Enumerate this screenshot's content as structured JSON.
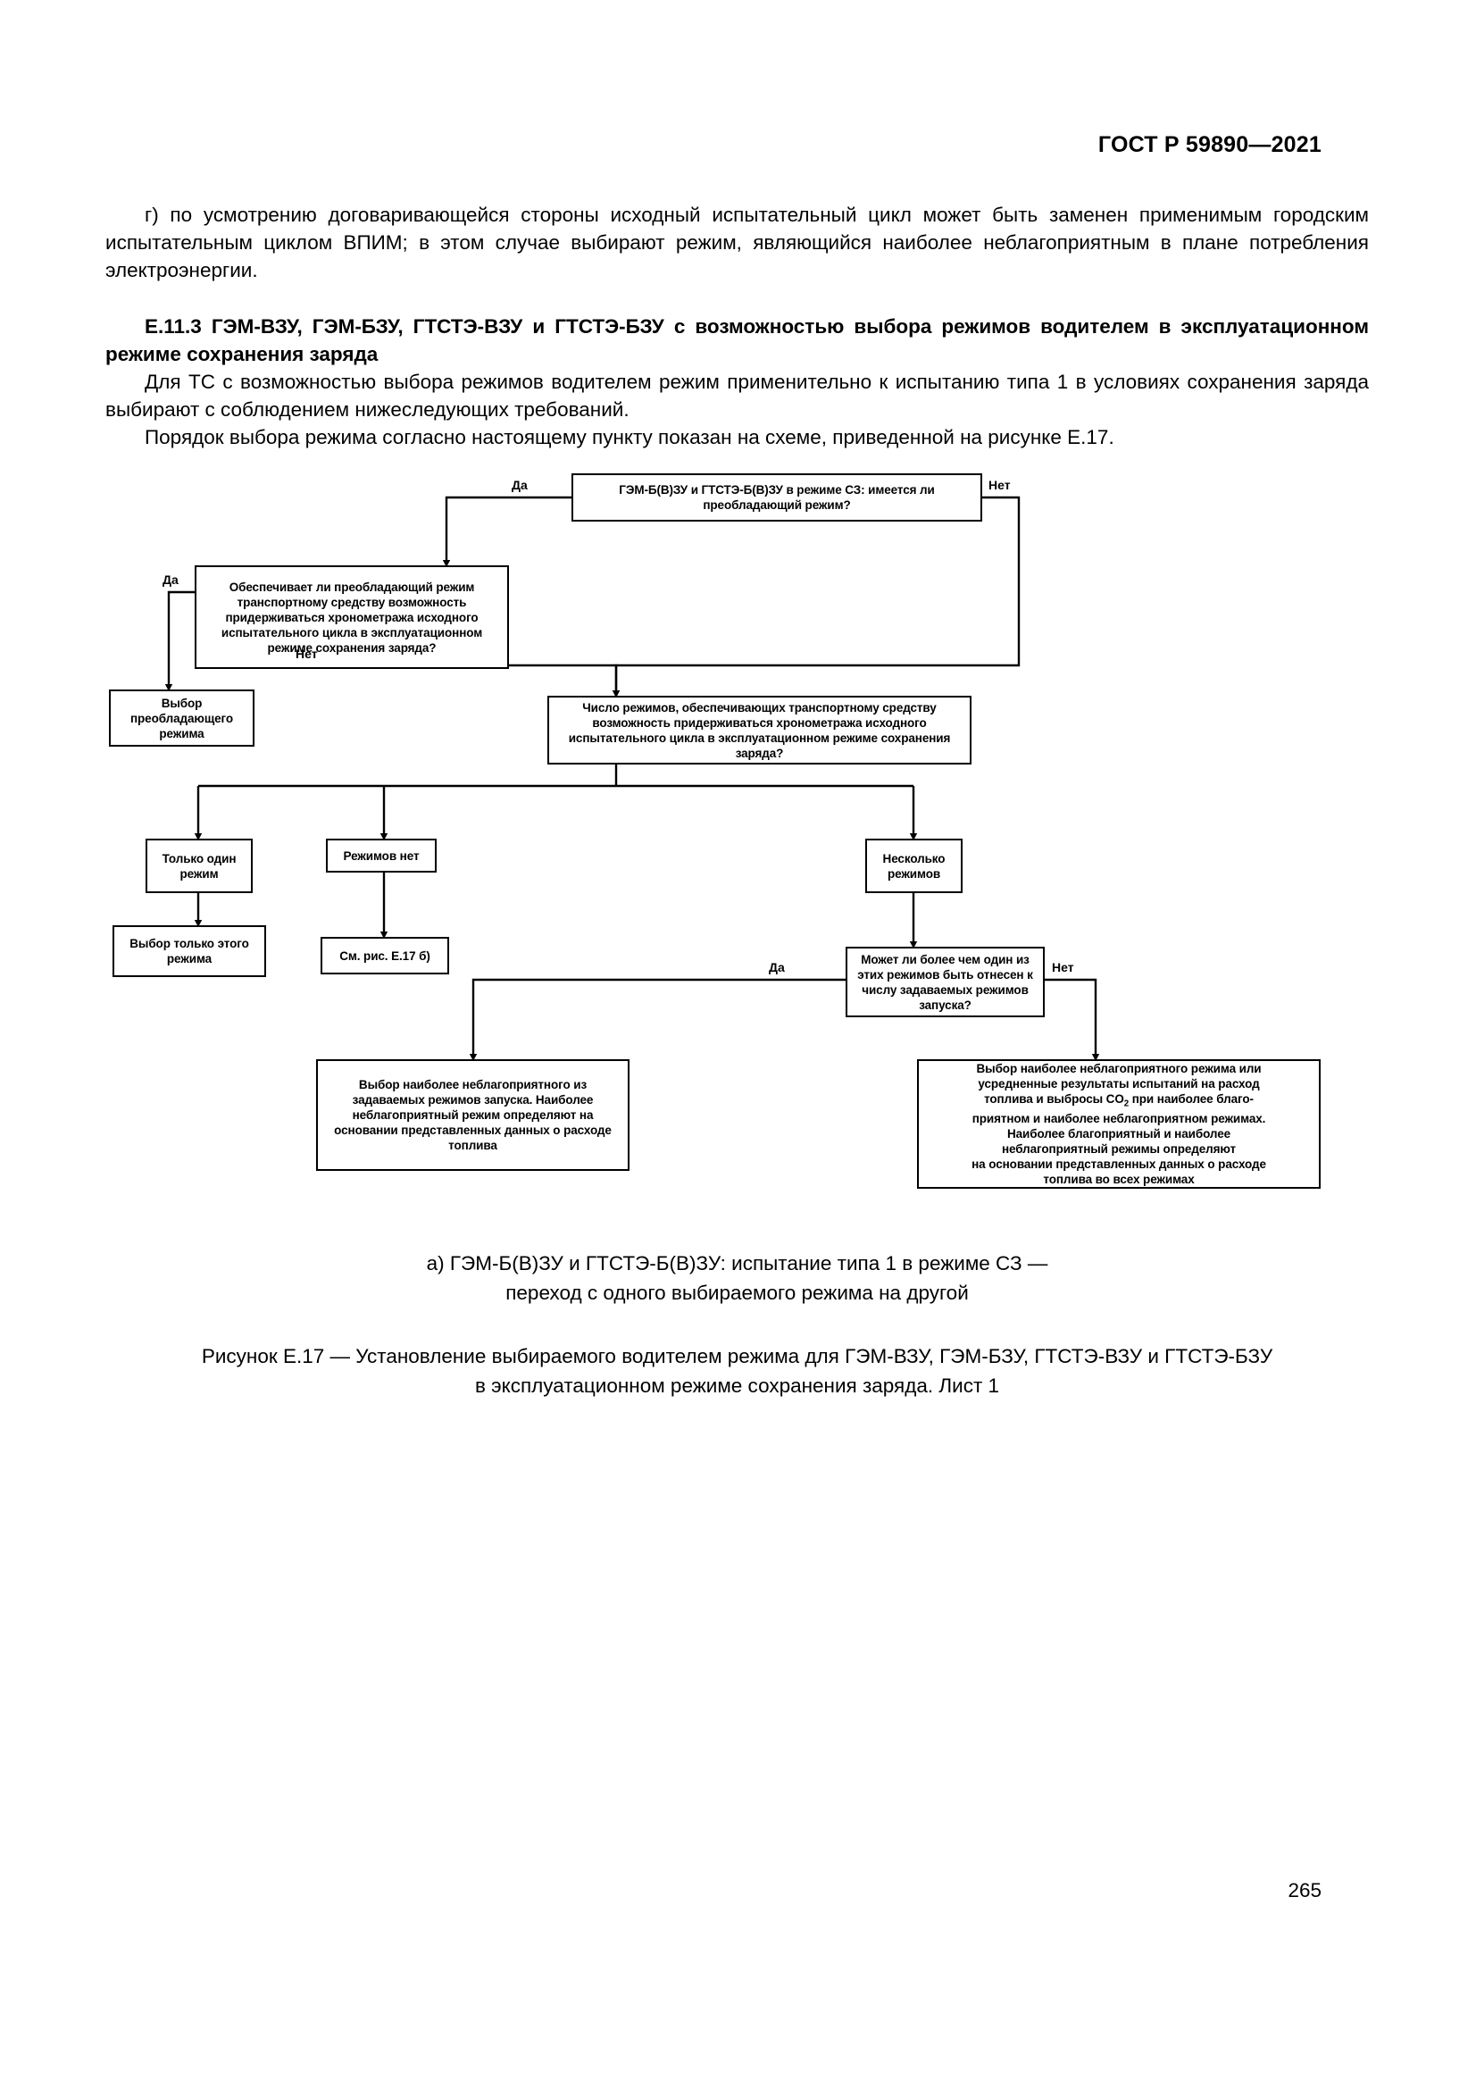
{
  "header": {
    "standard": "ГОСТ Р 59890—2021"
  },
  "body": {
    "para_g": "г) по усмотрению договаривающейся стороны исходный испытательный цикл может быть заменен применимым городским испытательным циклом ВПИМ; в этом случае выбирают режим, являющийся наиболее неблагоприятным в плане потребления электроэнергии.",
    "heading": "Е.11.3 ГЭМ-ВЗУ, ГЭМ-БЗУ, ГТСТЭ-ВЗУ и ГТСТЭ-БЗУ с возможностью выбора режимов водителем в эксплуатационном режиме сохранения заряда",
    "para_1": "Для ТС с возможностью выбора режимов водителем режим применительно к испытанию типа 1 в условиях сохранения заряда выбирают с соблюдением нижеследующих требований.",
    "para_2": "Порядок выбора режима согласно настоящему пункту показан на схеме, приведенной на рисунке Е.17."
  },
  "flowchart": {
    "nodes": {
      "q_prevailing": "ГЭМ-Б(В)ЗУ и ГТСТЭ-Б(В)ЗУ в режиме СЗ: имеется ли преобладающий режим?",
      "q_timing": "Обеспечивает ли преобладающий режим транспортному средству возможность придерживаться хронометража исходного испытательного цикла в эксплуатационном режиме сохранения заряда?",
      "r_choose_prevailing": "Выбор преобладающего режима",
      "q_count": "Число режимов, обеспечивающих транспортному средству возможность придерживаться хронометража исходного испытательного цикла в эксплуатационном режиме сохранения заряда?",
      "r_only_one": "Только один режим",
      "r_choose_only": "Выбор только этого режима",
      "r_none": "Режимов нет",
      "r_see_fig": "См. рис. Е.17 б)",
      "r_several": "Несколько режимов",
      "q_startmodes": "Может ли более чем один из этих режимов быть отнесен к числу задаваемых режимов запуска?",
      "r_worst_start": "Выбор наиболее неблагоприятного из задаваемых режимов запуска. Наиболее неблагоприятный режим определяют на основании представленных данных о расходе топлива",
      "r_worst_or_avg_l1": "Выбор наиболее неблагоприятного режима или",
      "r_worst_or_avg_l2": "усредненные результаты испытаний на расход",
      "r_worst_or_avg_l3a": "топлива и выбросы CO",
      "r_worst_or_avg_l3b": "2",
      "r_worst_or_avg_l3c": " при наиболее благо-",
      "r_worst_or_avg_l4": "приятном и наиболее неблагоприятном режимах.",
      "r_worst_or_avg_l5": "Наиболее благоприятный и наиболее",
      "r_worst_or_avg_l6": "неблагоприятный режимы определяют",
      "r_worst_or_avg_l7": "на основании представленных данных о расходе",
      "r_worst_or_avg_l8": "топлива во всех режимах"
    },
    "edges": {
      "yes_top": "Да",
      "no_top": "Нет",
      "yes_timing": "Да",
      "no_timing": "Нет",
      "yes_startmodes": "Да",
      "no_startmodes": "Нет"
    }
  },
  "captions": {
    "subcaption_line1": "а) ГЭМ-Б(В)ЗУ и ГТСТЭ-Б(В)ЗУ: испытание типа 1 в режиме СЗ —",
    "subcaption_line2": "переход с одного выбираемого режима на другой",
    "figure_caption_line1": "Рисунок Е.17 — Установление выбираемого водителем режима для ГЭМ-ВЗУ, ГЭМ-БЗУ, ГТСТЭ-ВЗУ и ГТСТЭ-БЗУ",
    "figure_caption_line2": "в эксплуатационном режиме сохранения заряда. Лист 1"
  },
  "page_number": "265"
}
